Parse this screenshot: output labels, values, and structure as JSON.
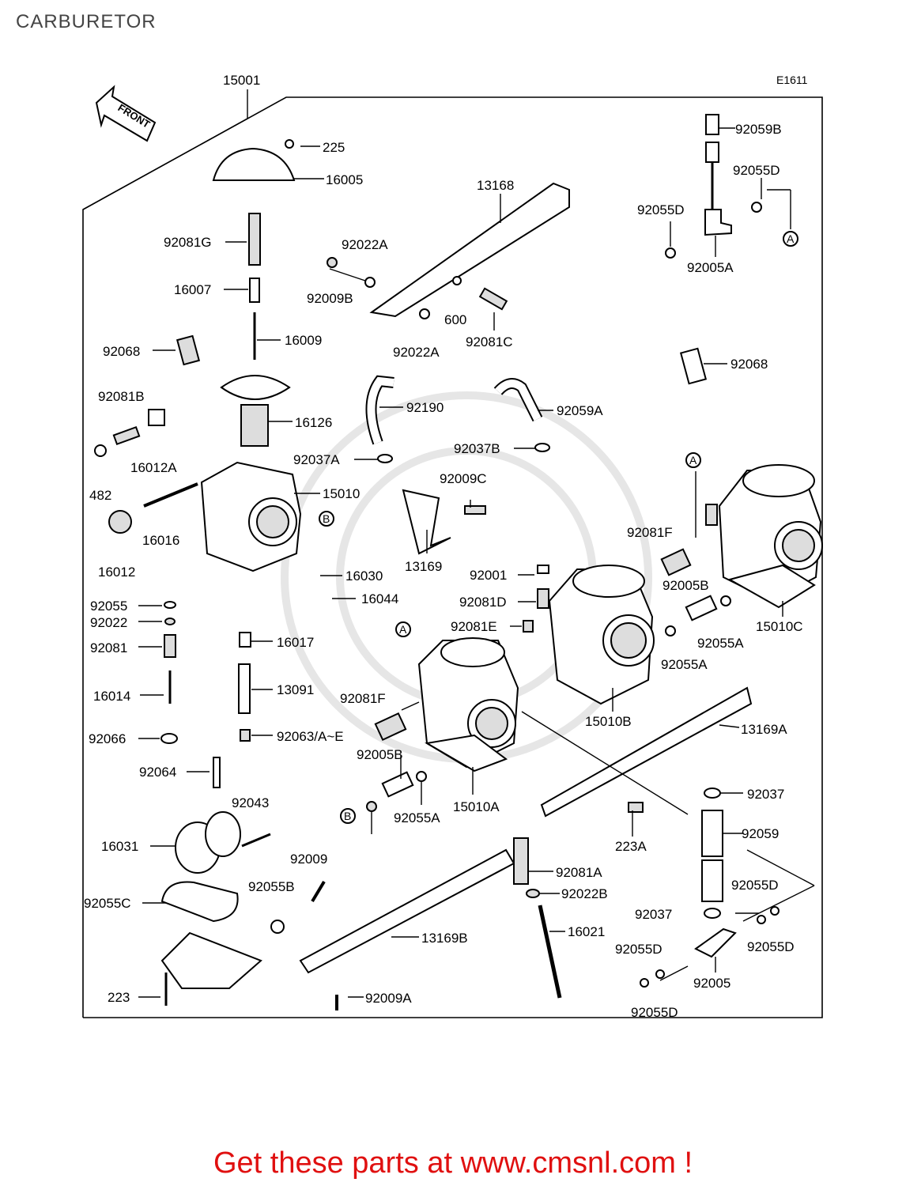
{
  "page": {
    "title": "CARBURETOR",
    "diagram_code": "E1611",
    "front_marker": "FRONT",
    "footer_text": "Get these parts at www.cmsnl.com !"
  },
  "callouts": {
    "a": "A",
    "b": "B"
  },
  "parts": [
    "15001",
    "225",
    "16005",
    "92081G",
    "16007",
    "16009",
    "92068",
    "92081B",
    "16126",
    "16012A",
    "482",
    "15010",
    "16016",
    "16012",
    "92055",
    "92022",
    "92081",
    "16014",
    "92066",
    "92064",
    "16017",
    "13091",
    "92063/A~E",
    "92043",
    "16031",
    "92055C",
    "92009",
    "92055B",
    "223",
    "13168",
    "92022A",
    "92009B",
    "600",
    "92081C",
    "92022A",
    "92190",
    "92059A",
    "92037A",
    "92037B",
    "92009C",
    "13169",
    "16030",
    "16044",
    "92001",
    "92081D",
    "92081E",
    "92081F",
    "92005B",
    "92055A",
    "15010A",
    "15010B",
    "13169A",
    "223A",
    "92081A",
    "92022B",
    "16021",
    "13169B",
    "92009A",
    "92059B",
    "92055D",
    "92055D",
    "92005A",
    "92068",
    "92081F",
    "92005B",
    "15010C",
    "92055A",
    "92055A",
    "92037",
    "92059",
    "92055D",
    "92037",
    "92055D",
    "92055D",
    "92005",
    "92055D"
  ]
}
